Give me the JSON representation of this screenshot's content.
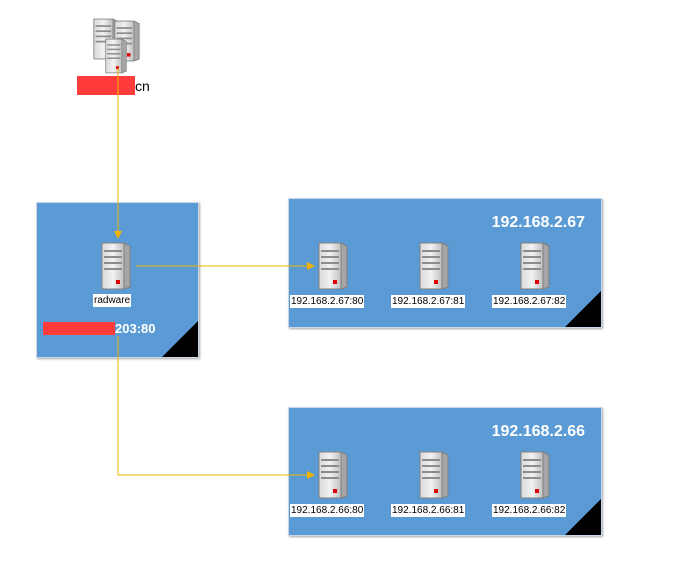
{
  "colors": {
    "panel_fill": "#5b9bd5",
    "link_line": "#f0b400",
    "redaction": "#ff3b3b",
    "corner": "#000000"
  },
  "client": {
    "name_suffix": "cn",
    "icon": "server-cluster-icon"
  },
  "load_balancer": {
    "label": "radware",
    "port_suffix": "203:80",
    "icon": "server-icon"
  },
  "pools": [
    {
      "title": "192.168.2.67",
      "servers": [
        {
          "label": "192.168.2.67:80"
        },
        {
          "label": "192.168.2.67:81"
        },
        {
          "label": "192.168.2.67:82"
        }
      ]
    },
    {
      "title": "192.168.2.66",
      "servers": [
        {
          "label": "192.168.2.66:80"
        },
        {
          "label": "192.168.2.66:81"
        },
        {
          "label": "192.168.2.66:82"
        }
      ]
    }
  ]
}
